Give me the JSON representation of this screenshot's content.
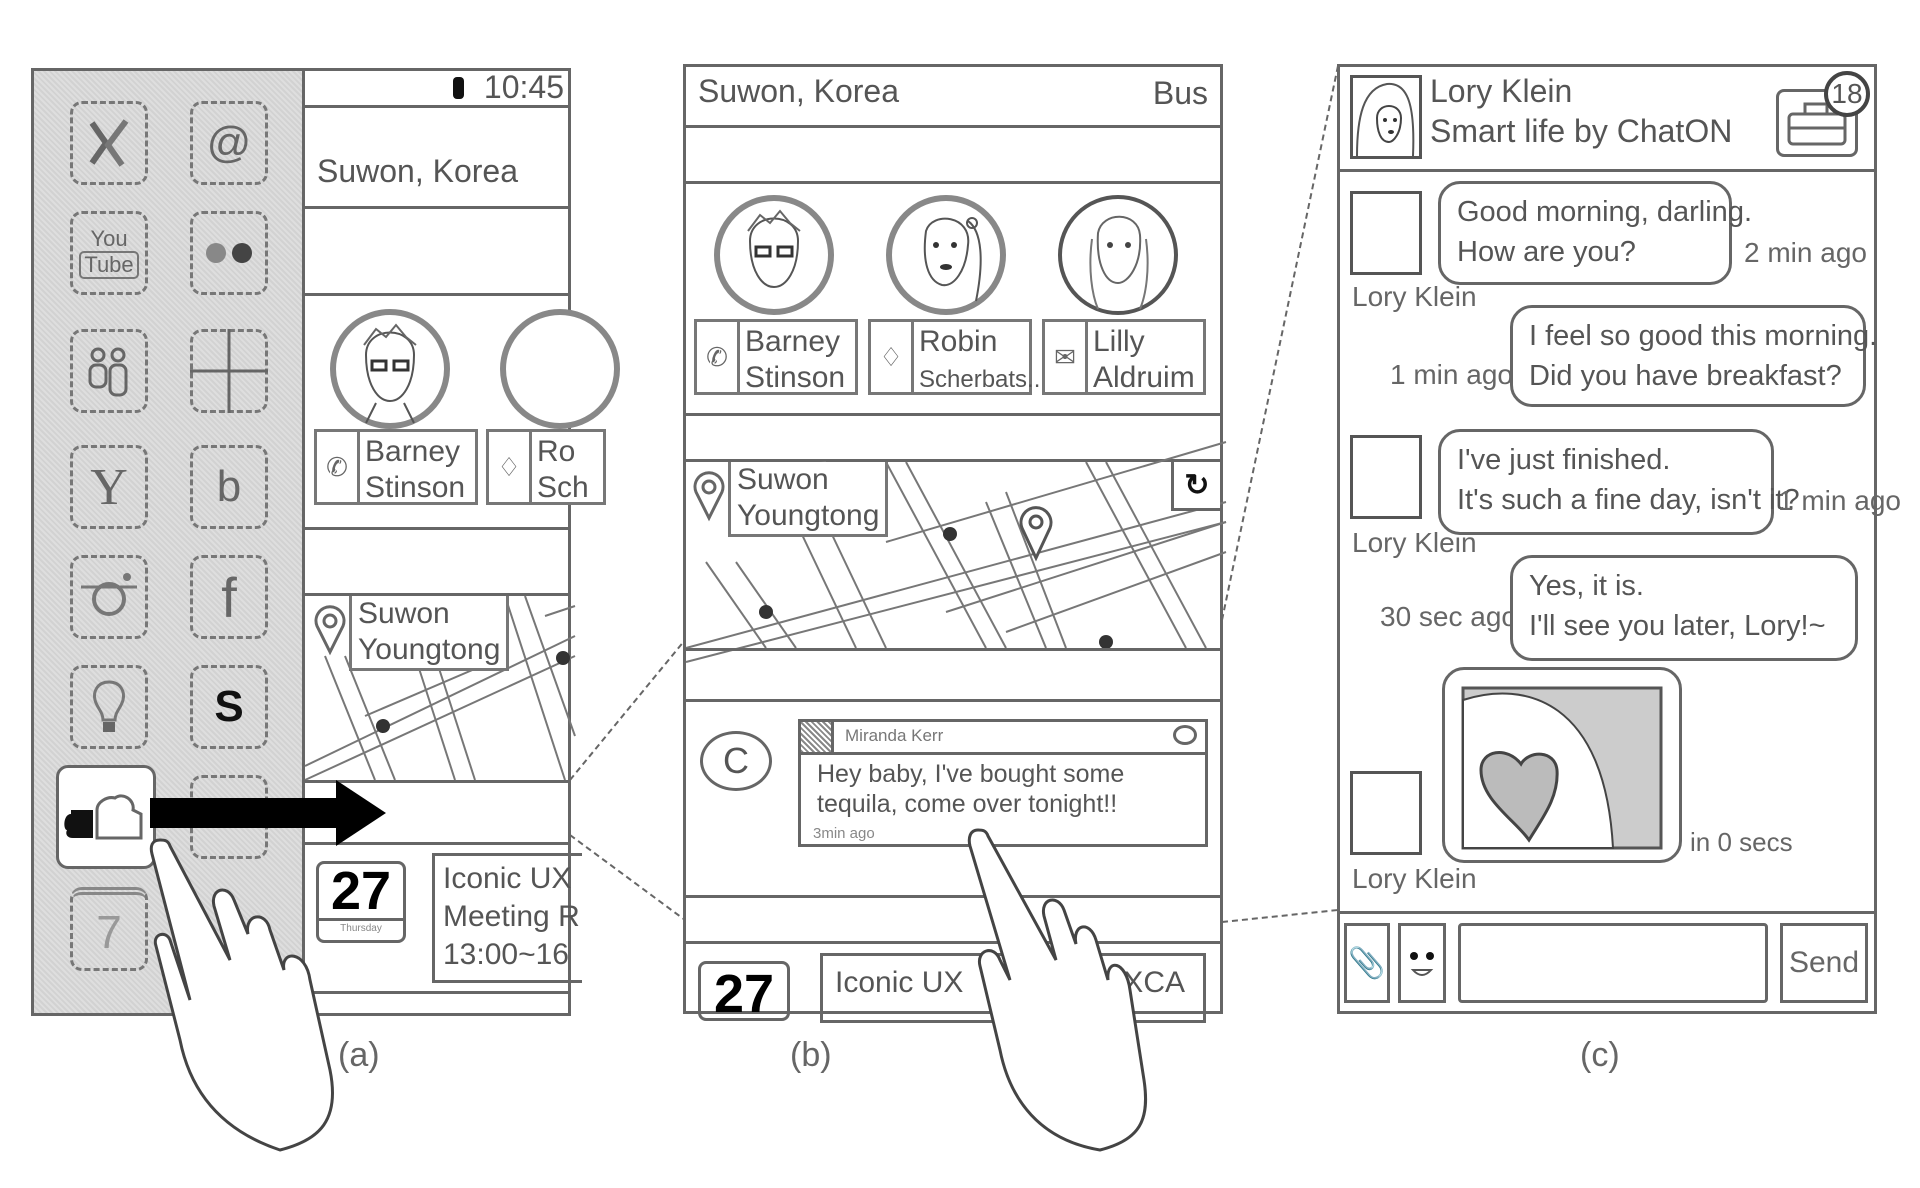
{
  "figure_labels": {
    "a": "(a)",
    "b": "(b)",
    "c": "(c)"
  },
  "panel_a": {
    "status_time": "10:45",
    "location": "Suwon, Korea",
    "apps": [
      {
        "name": "xing",
        "glyph": "✕"
      },
      {
        "name": "email",
        "glyph": "@"
      },
      {
        "name": "youtube",
        "glyph": "You Tube"
      },
      {
        "name": "flickr",
        "glyph": "●●"
      },
      {
        "name": "groups",
        "glyph": "👥"
      },
      {
        "name": "windows",
        "glyph": "⊞"
      },
      {
        "name": "yahoo",
        "glyph": "Y"
      },
      {
        "name": "beats",
        "glyph": "b"
      },
      {
        "name": "instagram",
        "glyph": "◎"
      },
      {
        "name": "facebook",
        "glyph": "f"
      },
      {
        "name": "idea",
        "glyph": "💡"
      },
      {
        "name": "skype",
        "glyph": "S"
      },
      {
        "name": "soundcloud",
        "glyph": "☁"
      },
      {
        "name": "hidden-app",
        "glyph": ""
      },
      {
        "name": "calendar",
        "glyph": "7"
      }
    ],
    "contacts": [
      {
        "first": "Barney",
        "last": "Stinson",
        "action": "phone"
      },
      {
        "first": "Ro",
        "last": "Sch",
        "action": "chat"
      }
    ],
    "map_place": {
      "line1": "Suwon",
      "line2": "Youngtong"
    },
    "calendar": {
      "day": "27",
      "weekday": "Thursday",
      "line1": "Iconic UX",
      "line2": "Meeting R",
      "line3": "13:00~16"
    }
  },
  "panel_b": {
    "location": "Suwon, Korea",
    "transport": "Bus",
    "contacts": [
      {
        "first": "Barney",
        "last": "Stinson",
        "action": "phone"
      },
      {
        "first": "Robin",
        "last": "Scherbats..",
        "action": "chat"
      },
      {
        "first": "Lilly",
        "last": "Aldruim",
        "action": "email"
      }
    ],
    "map_place": {
      "line1": "Suwon",
      "line2": "Youngtong"
    },
    "message": {
      "app_icon": "C",
      "sender": "Miranda Kerr",
      "text_line1": "Hey baby, I've bought some",
      "text_line2": "tequila, come over tonight!!",
      "time": "3min ago"
    },
    "calendar": {
      "day": "27",
      "left_text": "Iconic UX",
      "right_text": "UXCA"
    }
  },
  "panel_c": {
    "contact_name": "Lory Klein",
    "contact_status": "Smart life by ChatON",
    "badge_count": "18",
    "messages": [
      {
        "from": "Lory Klein",
        "incoming": true,
        "lines": [
          "Good morning, darling.",
          "How are you?"
        ],
        "time": "2 min ago"
      },
      {
        "from": "me",
        "incoming": false,
        "lines": [
          "I feel so good this morning.",
          "Did you have breakfast?"
        ],
        "time": "1 min ago"
      },
      {
        "from": "Lory Klein",
        "incoming": true,
        "lines": [
          "I've just finished.",
          "It's such a fine day, isn't it?"
        ],
        "time": "1 min ago"
      },
      {
        "from": "me",
        "incoming": false,
        "lines": [
          "Yes, it is.",
          "I'll see you later, Lory!~"
        ],
        "time": "30 sec ago"
      },
      {
        "from": "Lory Klein",
        "incoming": true,
        "sticker": "heart",
        "time": "in 0 secs"
      }
    ],
    "input_placeholder": "",
    "send_label": "Send"
  }
}
